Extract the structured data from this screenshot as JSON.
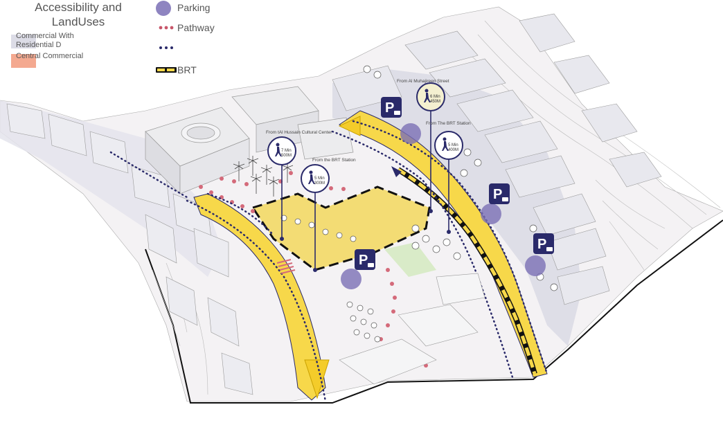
{
  "legend": {
    "title_line1": "Accessibility and",
    "title_line2": "LandUses",
    "commercial_residential_line1": "Commercial With",
    "commercial_residential_line2": "Residential D",
    "central_commercial": "Central Commercial",
    "parking": "Parking",
    "pathway": "Pathway",
    "brt": "BRT"
  },
  "colors": {
    "commercial_residential": "#dcdce6",
    "central_commercial": "#f4a990",
    "parking": "#7a6fb5",
    "pathway": "#c8566a",
    "navy": "#2a2a6a",
    "brt": "#f7d84a",
    "site": "#f3dc74"
  },
  "annotations": {
    "al_hussain": "From tAl Hussain Cultural Center",
    "brt_station_left": "From the BRT Station",
    "al_muhajireen": "From Al Muhajireen Street",
    "brt_station_right": "From The BRT Station"
  },
  "walk_pins": [
    {
      "min": "7 Min",
      "dist": "500M"
    },
    {
      "min": "5 Min",
      "dist": "300M"
    },
    {
      "min": "6 Min",
      "dist": "450M"
    },
    {
      "min": "5 Min",
      "dist": "400M"
    }
  ],
  "icons": [
    "parking-icon",
    "walking-person-icon",
    "palm-tree-icon",
    "tree-icon"
  ]
}
